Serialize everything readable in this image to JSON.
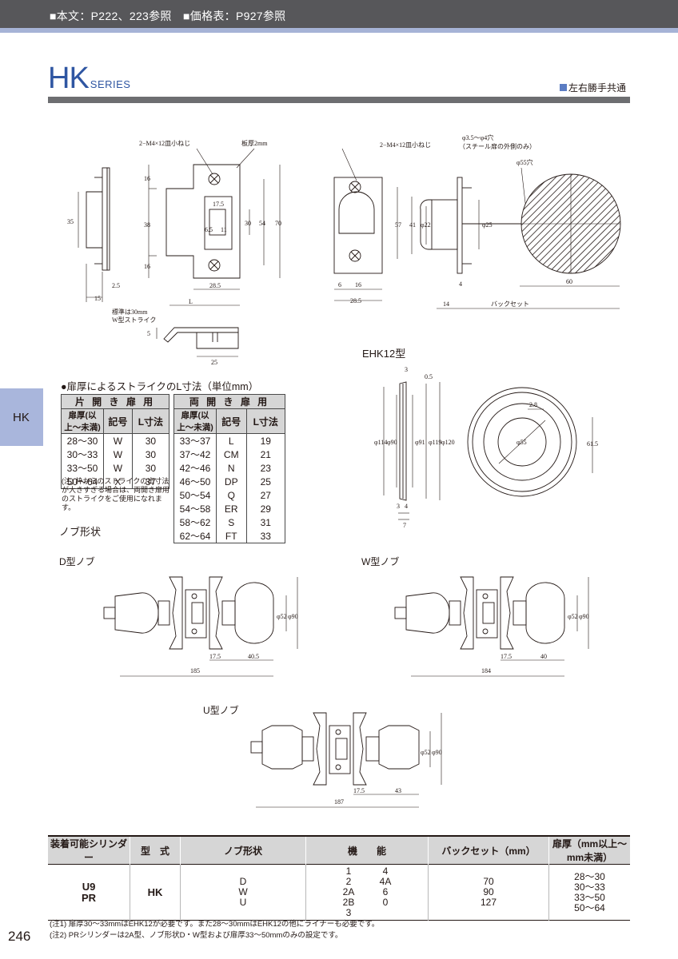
{
  "header": {
    "text": "■本文：P222、223参照　■価格表：P927参照"
  },
  "series": {
    "name": "HK",
    "suffix": "SERIES",
    "note": "左右勝手共通"
  },
  "side_tab": "HK",
  "page_number": "246",
  "dims": {
    "d1": "2−M4×12皿小ねじ",
    "d2": "板厚2mm",
    "d3": "35",
    "d4": "16",
    "d5": "38",
    "d6": "16",
    "d7": "17.5",
    "d8": "6.5",
    "d9": "11",
    "d10": "30",
    "d11": "54",
    "d12": "70",
    "d13": "28.5",
    "d14": "2.5",
    "d15": "15",
    "d16": "L",
    "d17": "標準は30mm",
    "d18": "W型ストライク",
    "d19": "5",
    "d20": "25",
    "e1": "2−M4×12皿小ねじ",
    "e2": "φ3.5〜φ4穴",
    "e3": "（スチール扉の外側のみ）",
    "e4": "φ55穴",
    "e5": "57",
    "e6": "41",
    "e7": "φ22",
    "e8": "φ25",
    "e9": "6",
    "e10": "16",
    "e11": "28.5",
    "e12": "4",
    "e13": "14",
    "e14": "バックセット",
    "e15": "60"
  },
  "ehk": {
    "title": "EHK12型",
    "dims": {
      "a1": "3",
      "a2": "0.5",
      "a3": "φ114",
      "a4": "φ90",
      "a5": "φ91",
      "a6": "φ119",
      "a7": "φ120",
      "a8": "3",
      "a9": "4",
      "a10": "7",
      "b1": "2.8",
      "b2": "φ55",
      "b3": "61.5"
    }
  },
  "strike": {
    "heading": "●扉厚によるストライクのL寸法（単位mm）",
    "single": {
      "title": "片 開 き 扉 用",
      "cols": [
        "扉厚(以上〜未満)",
        "記号",
        "L寸法"
      ],
      "rows": [
        [
          "28〜30",
          "W",
          "30"
        ],
        [
          "30〜33",
          "W",
          "30"
        ],
        [
          "33〜50",
          "W",
          "30"
        ],
        [
          "50〜64",
          "X",
          "37"
        ]
      ]
    },
    "double": {
      "title": "両 開 き 扉 用",
      "cols": [
        "扉厚(以上〜未満)",
        "記号",
        "L寸法"
      ],
      "rows": [
        [
          "33〜37",
          "L",
          "19"
        ],
        [
          "37〜42",
          "CM",
          "21"
        ],
        [
          "42〜46",
          "N",
          "23"
        ],
        [
          "46〜50",
          "DP",
          "25"
        ],
        [
          "50〜54",
          "Q",
          "27"
        ],
        [
          "54〜58",
          "ER",
          "29"
        ],
        [
          "58〜62",
          "S",
          "31"
        ],
        [
          "62〜64",
          "FT",
          "33"
        ]
      ]
    },
    "note": "(注) 枠からのストライクの出寸法が大きすぎる場合は、両開き扉用のストライクをご使用になれます。"
  },
  "knob": {
    "heading": "ノブ形状",
    "d": {
      "label": "D型ノブ",
      "dims": [
        "φ52",
        "φ90",
        "17.5",
        "40.5",
        "185"
      ]
    },
    "w": {
      "label": "W型ノブ",
      "dims": [
        "φ52",
        "φ90",
        "17.5",
        "40",
        "184"
      ]
    },
    "u": {
      "label": "U型ノブ",
      "dims": [
        "φ52",
        "φ90",
        "17.5",
        "43",
        "187"
      ]
    }
  },
  "spec": {
    "headers": [
      "装着可能シリンダー",
      "型　式",
      "ノブ形状",
      "機　　能",
      "バックセット（mm）",
      "扉厚（mm以上〜mm未満）"
    ],
    "cylinder": [
      "U9",
      "PR"
    ],
    "model": "HK",
    "knob": [
      "D",
      "W",
      "U"
    ],
    "functions": [
      [
        "1",
        "4"
      ],
      [
        "2",
        "4A"
      ],
      [
        "2A",
        "6"
      ],
      [
        "2B",
        "0"
      ],
      [
        "3",
        ""
      ]
    ],
    "backset": [
      "70",
      "90",
      "127"
    ],
    "thickness": [
      "28〜30",
      "30〜33",
      "33〜50",
      "50〜64"
    ]
  },
  "footnotes": [
    "(注1) 扉厚30〜33mmはEHK12が必要です。また28〜30mmはEHK12の他にライナーも必要です。",
    "(注2) PRシリンダーは2A型、ノブ形状D・W型および扉厚33〜50mmのみの設定です。"
  ]
}
